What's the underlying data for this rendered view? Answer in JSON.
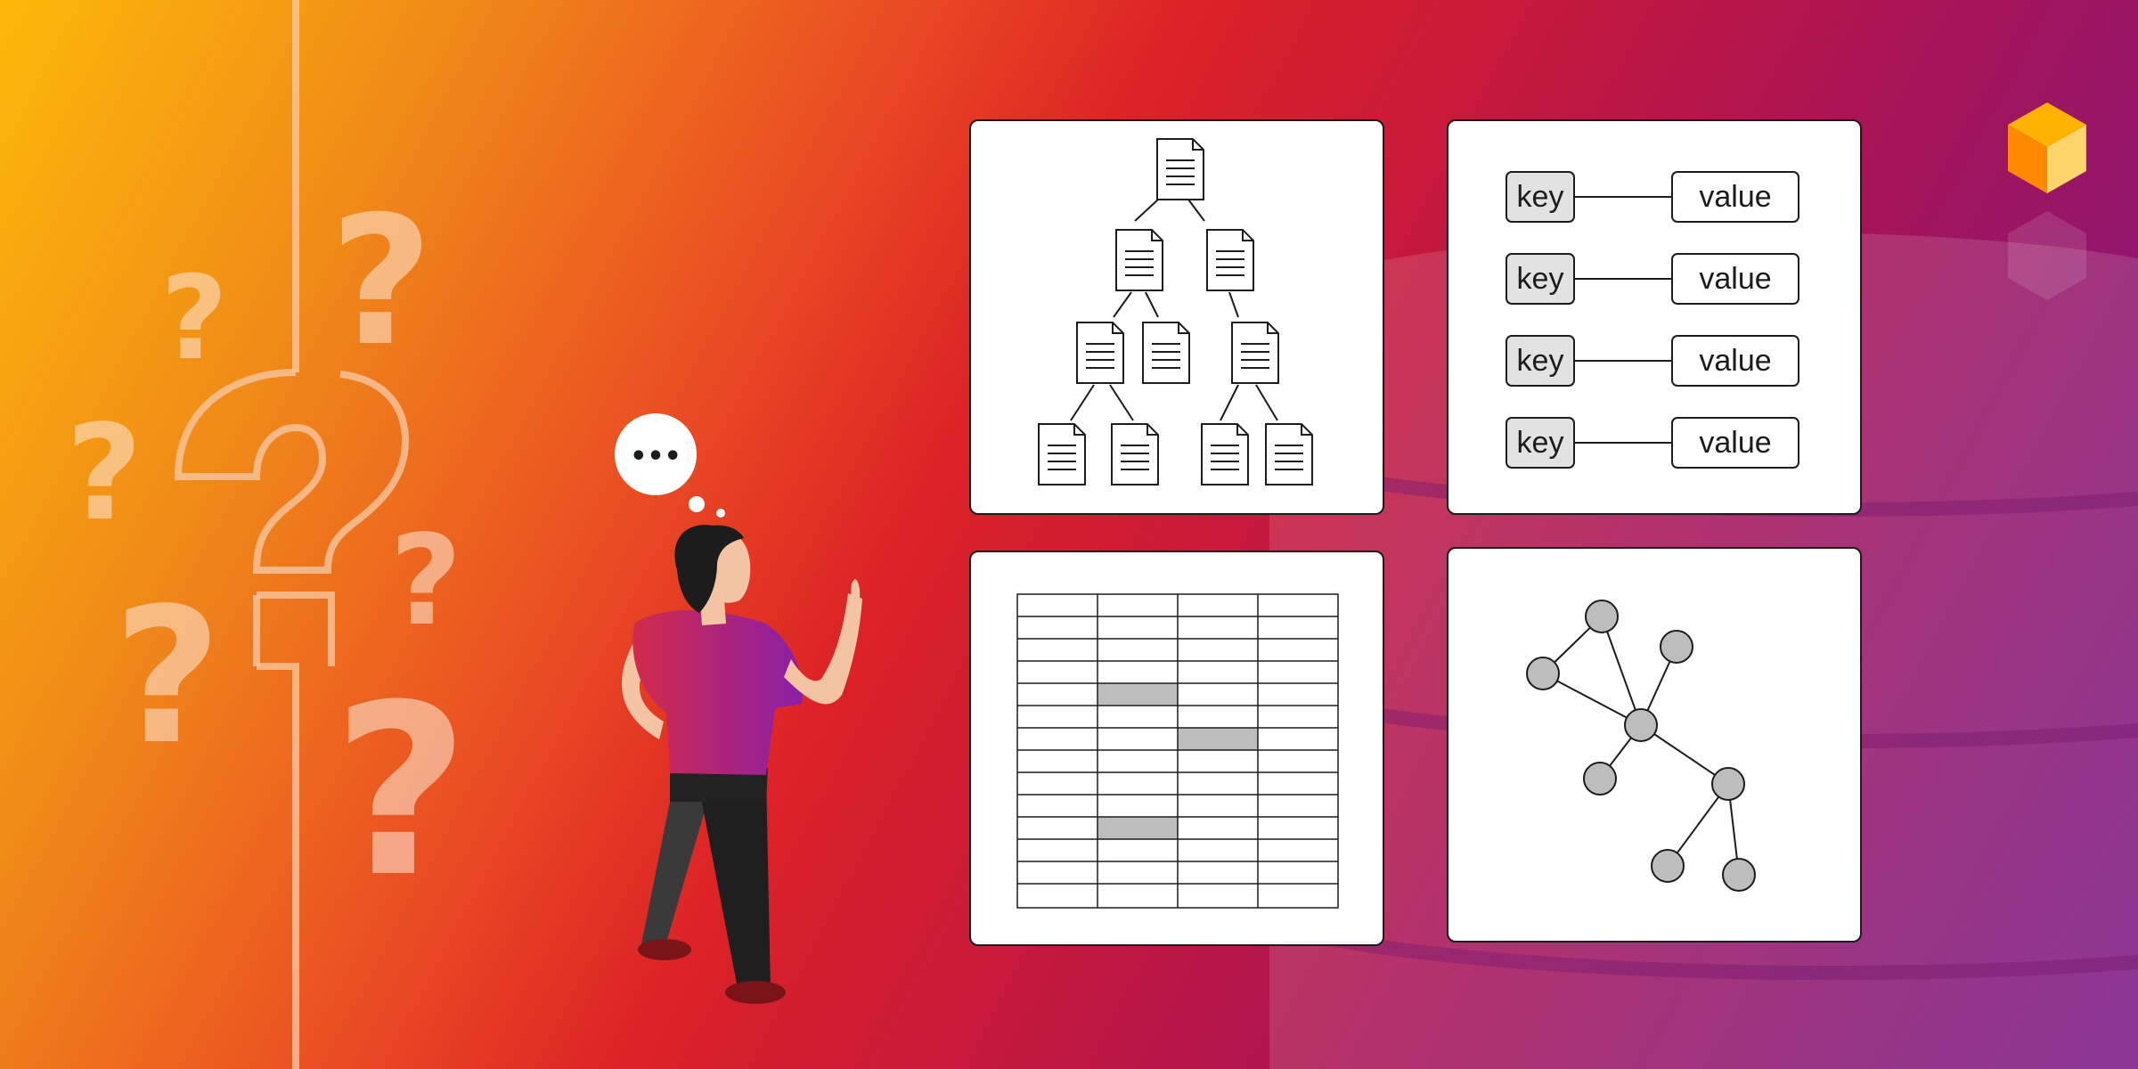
{
  "kv_card": {
    "rows": [
      {
        "key": "key",
        "value": "value"
      },
      {
        "key": "key",
        "value": "value"
      },
      {
        "key": "key",
        "value": "value"
      },
      {
        "key": "key",
        "value": "value"
      }
    ]
  },
  "thought_bubble": {
    "text": "•••"
  },
  "colors": {
    "gradient": [
      "#fdb80a",
      "#f08a18",
      "#ea4d23",
      "#dc2226",
      "#c3183e",
      "#a71457",
      "#8d1670",
      "#7a1a86"
    ],
    "card_border": "#1c1c1c",
    "highlight_cell": "#bdbdbd",
    "graph_node": "#bdbdbd"
  },
  "icons": [
    "question-mark-icon",
    "document-icon",
    "database-cylinder-icon",
    "cube-logo-icon",
    "thought-bubble-icon"
  ],
  "illustration": {
    "person": "thinking-person"
  }
}
